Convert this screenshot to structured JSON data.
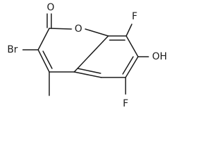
{
  "molecule": {
    "labels": {
      "carbonyl_oxygen": "O",
      "ring_oxygen": "O",
      "bromine": "Br",
      "fluorine_top": "F",
      "hydroxyl": "OH",
      "fluorine_bottom": "F"
    },
    "colors": {
      "ink": "#1a1a1a",
      "background": "#ffffff"
    }
  }
}
